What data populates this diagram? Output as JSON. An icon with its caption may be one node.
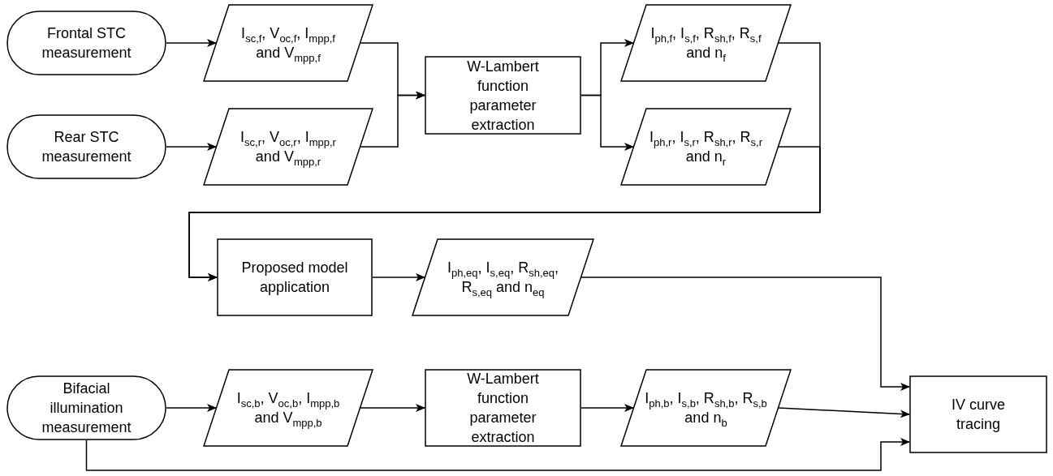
{
  "diagram": {
    "nodes": [
      {
        "text": [
          "Frontal STC measurement"
        ]
      },
      {
        "text": [
          "Rear STC measurement"
        ]
      },
      {
        "text": [
          "I$_{sc,f}$, V$_{oc,f}$, I$_{mpp,f}$ and V$_{mpp,f}$"
        ]
      },
      {
        "text": [
          "I$_{sc,r}$, V$_{oc,r}$, I$_{mpp,r}$ and V$_{mpp,r}$"
        ]
      },
      {
        "text": [
          "W-Lambert function parameter extraction"
        ]
      },
      {
        "text": [
          "I$_{ph,f}$, I$_{s,f}$, R$_{sh,f}$, R$_{s,f}$ and n$_{f}$"
        ]
      },
      {
        "text": [
          "I$_{ph,r}$, I$_{s,r}$, R$_{sh,r}$, R$_{s,r}$ and n$_{r}$"
        ]
      },
      {
        "text": [
          "Proposed model application"
        ]
      },
      {
        "text": [
          "I$_{ph,eq}$, I$_{s,eq}$, R$_{sh,eq}$, R$_{s,eq}$ and n$_{eq}$"
        ]
      },
      {
        "text": [
          "Bifacial illumination measurement"
        ]
      },
      {
        "text": [
          "I$_{sc,b}$, V$_{oc,b}$, I$_{mpp,b}$ and V$_{mpp,b}$"
        ]
      },
      {
        "text": [
          "W-Lambert function parameter extraction"
        ]
      },
      {
        "text": [
          "I$_{ph,b}$, I$_{s,b}$, R$_{sh,b}$, R$_{s,b}$ and n$_{b}$"
        ]
      },
      {
        "text": [
          "IV curve tracing"
        ]
      }
    ],
    "edges": [
      {
        "from": 0,
        "to": 2,
        "arrow": "to"
      },
      {
        "from": 1,
        "to": 3,
        "arrow": "to"
      },
      {
        "from": 2,
        "to": 4,
        "arrow": "to"
      },
      {
        "from": 3,
        "to": 4,
        "arrow": "to"
      },
      {
        "from": 4,
        "to": 5,
        "arrow": "to"
      },
      {
        "from": 4,
        "to": 6,
        "arrow": "to"
      },
      {
        "from": 5,
        "to": 7,
        "arrow": "to"
      },
      {
        "from": 6,
        "to": 7,
        "arrow": "to"
      },
      {
        "from": 7,
        "to": 8,
        "arrow": "to"
      },
      {
        "from": 8,
        "to": 13,
        "arrow": "to"
      },
      {
        "from": 9,
        "to": 10,
        "arrow": "to"
      },
      {
        "from": 10,
        "to": 11,
        "arrow": "to"
      },
      {
        "from": 11,
        "to": 12,
        "arrow": "to"
      },
      {
        "from": 12,
        "to": 13,
        "arrow": "to"
      },
      {
        "from": 9,
        "to": 13,
        "arrow": "to"
      }
    ]
  }
}
